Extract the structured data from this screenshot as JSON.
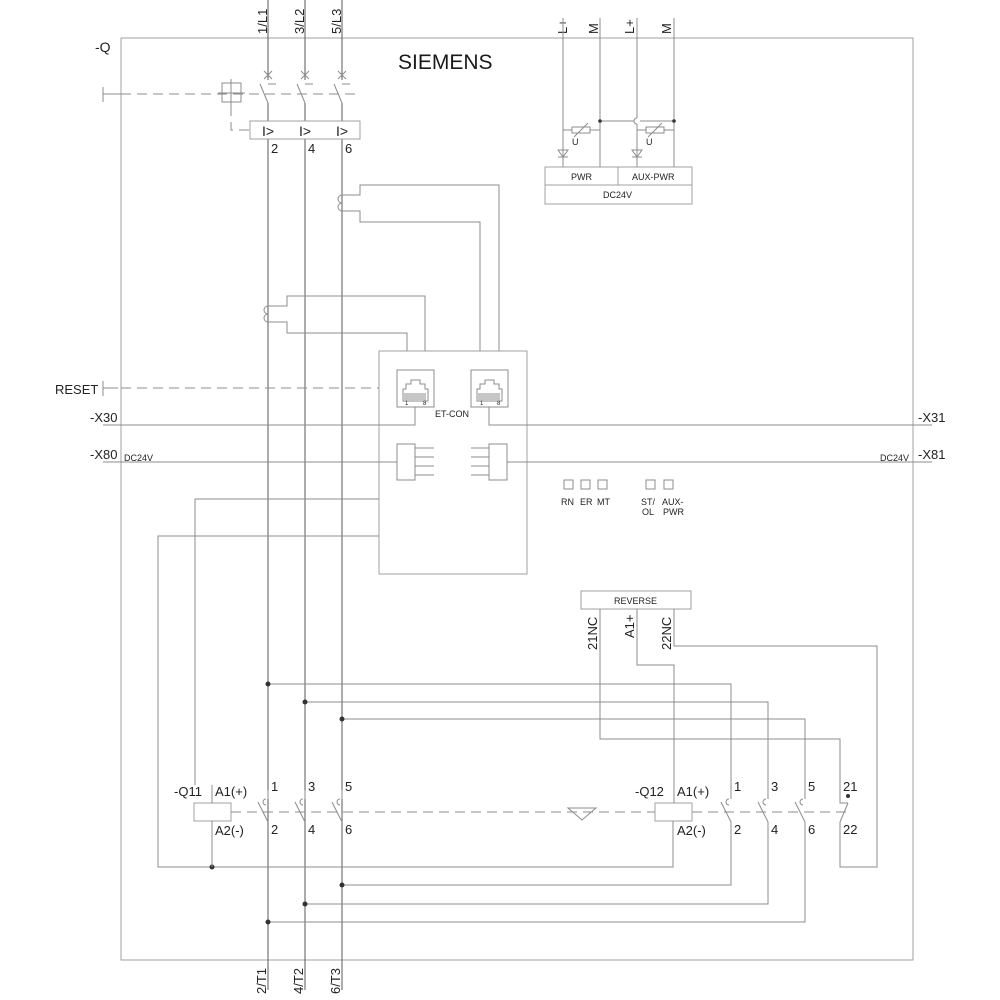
{
  "brand": "SIEMENS",
  "device_tag": "-Q",
  "terminals_top": [
    "1/L1",
    "3/L2",
    "5/L3"
  ],
  "terminals_bottom": [
    "2/T1",
    "4/T2",
    "6/T3"
  ],
  "breaker": {
    "trip_symbols": [
      "I>",
      "I>",
      "I>"
    ],
    "outputs": [
      "2",
      "4",
      "6"
    ]
  },
  "supply": {
    "terminals": [
      "L+",
      "M",
      "L+",
      "M"
    ],
    "varistor_labels": [
      "U",
      "U"
    ],
    "boxes": [
      "PWR",
      "AUX-PWR"
    ],
    "voltage": "DC24V"
  },
  "reset_label": "RESET",
  "connectors": {
    "left": "-X30",
    "right": "-X31",
    "left_bus": "-X80",
    "right_bus": "-X81",
    "bus_voltage_left": "DC24V",
    "bus_voltage_right": "DC24V"
  },
  "et_con": {
    "label": "ET-CON",
    "rj45_pins": [
      "1",
      "8"
    ]
  },
  "leds": [
    "RN",
    "ER",
    "MT",
    "ST/\nOL",
    "AUX-\nPWR"
  ],
  "leds_line1": [
    "RN",
    "ER",
    "MT",
    "ST/",
    "AUX-"
  ],
  "leds_line2": [
    "",
    "",
    "",
    "OL",
    "PWR"
  ],
  "reverse": {
    "label": "REVERSE",
    "pins": [
      "21NC",
      "A1+",
      "22NC"
    ]
  },
  "contactors": [
    {
      "tag": "-Q11",
      "coil_top": "A1(+)",
      "coil_bottom": "A2(-)",
      "contacts_top": [
        "1",
        "3",
        "5"
      ],
      "contacts_bottom": [
        "2",
        "4",
        "6"
      ]
    },
    {
      "tag": "-Q12",
      "coil_top": "A1(+)",
      "coil_bottom": "A2(-)",
      "contacts_top": [
        "1",
        "3",
        "5",
        "21"
      ],
      "contacts_bottom": [
        "2",
        "4",
        "6",
        "22"
      ]
    }
  ]
}
